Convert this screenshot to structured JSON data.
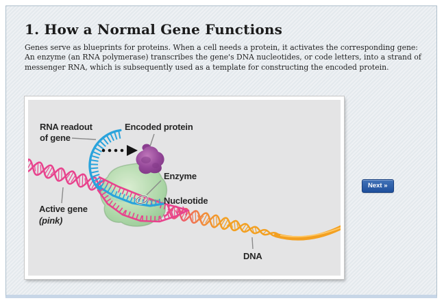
{
  "page": {
    "title": "1. How a Normal Gene Functions",
    "intro": "Genes serve as blueprints for proteins. When a cell needs a protein, it activates the corresponding gene: An enzyme (an RNA polymerase) transcribes the gene's DNA nucleotides, or code letters, into a strand of messenger RNA, which is subsequently used as a template for constructing the encoded protein."
  },
  "figure": {
    "labels": {
      "rna_readout_line1": "RNA readout",
      "rna_readout_line2": "of gene",
      "encoded_protein": "Encoded protein",
      "enzyme": "Enzyme",
      "nucleotide": "Nucleotide",
      "active_gene_line1": "Active gene",
      "active_gene_line2": "(pink)",
      "dna": "DNA"
    },
    "colors": {
      "rna": "#29a3dc",
      "active_gene": "#e8428d",
      "dna": "#f3a021",
      "enzyme": "#a8d6a2",
      "protein": "#96499a",
      "arrow": "#151515"
    }
  },
  "nav": {
    "next_label": "Next »"
  }
}
